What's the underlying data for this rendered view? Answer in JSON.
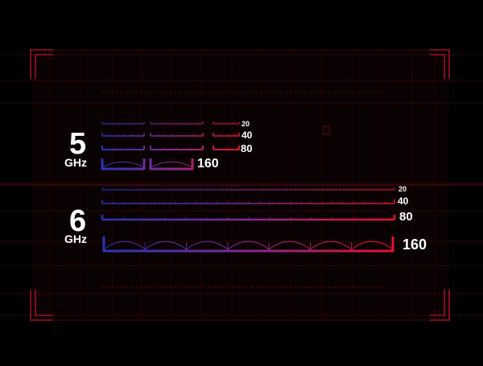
{
  "bands": [
    {
      "id": "5ghz",
      "number": "5",
      "unit": "GHz",
      "channel_widths": [
        "20",
        "40",
        "80",
        "160"
      ]
    },
    {
      "id": "6ghz",
      "number": "6",
      "unit": "GHz",
      "channel_widths": [
        "20",
        "40",
        "80",
        "160"
      ]
    }
  ],
  "colors": {
    "background": "#000000",
    "panel": "#0a0102",
    "frame": "#c8102e",
    "gradient_start": "#2a33b8",
    "gradient_mid": "#7a2a9a",
    "gradient_end": "#e8102e",
    "text": "#ffffff"
  }
}
